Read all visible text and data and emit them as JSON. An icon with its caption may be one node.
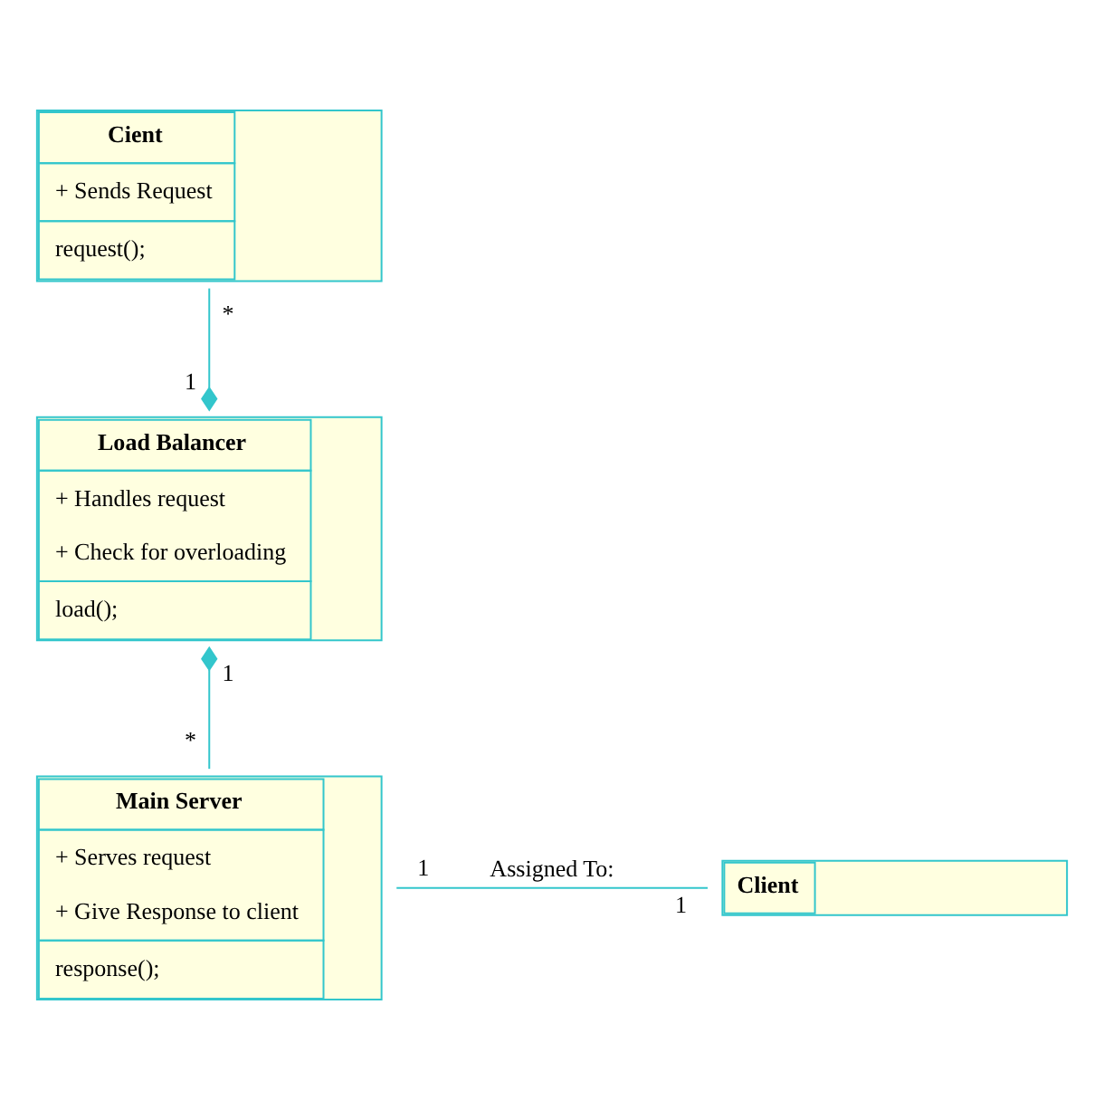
{
  "diagram": {
    "nodes": [
      {
        "text": [
          "Cient",
          "+ Sends Request",
          "request();"
        ]
      },
      {
        "text": [
          "Load Balancer",
          "+ Handles request",
          "+ Check for overloading",
          "load();"
        ]
      },
      {
        "text": [
          "Main Server",
          "+ Serves request",
          "+ Give Response to client",
          "response();"
        ]
      },
      {
        "text": [
          "Client"
        ]
      }
    ],
    "edges": [
      {
        "from": 0,
        "to": 1,
        "arrow": "other"
      },
      {
        "from": 2,
        "to": 1,
        "arrow": "other"
      },
      {
        "from": 2,
        "to": 3,
        "arrow": "none",
        "label": "Assigned To:"
      }
    ],
    "labels": [
      "*",
      "1",
      "1",
      "*",
      "1",
      "1"
    ]
  }
}
